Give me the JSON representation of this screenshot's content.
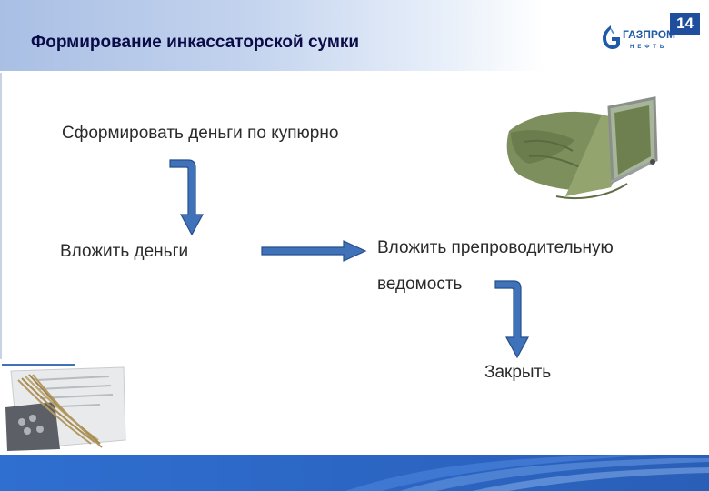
{
  "header": {
    "title": "Формирование инкассаторской сумки",
    "logo_text": "ГАЗПРОМ",
    "logo_subtext": "НЕФТЬ",
    "logo_color": "#1f5aa8"
  },
  "steps": {
    "step1": "Сформировать деньги по купюрно",
    "step2": "Вложить деньги",
    "step3": "Вложить препроводительную ведомость",
    "step4": "Закрыть"
  },
  "arrows": {
    "fill_color": "#3f72b8",
    "stroke_color": "#254f8c",
    "icons": [
      "elbow-down-arrow-icon",
      "right-arrow-icon",
      "elbow-down-arrow-icon"
    ]
  },
  "images": {
    "bag": "canvas-collection-bag-photo",
    "kit": "seal-and-ties-kit-photo"
  },
  "footer": {
    "page_number": "14",
    "band_color": "#2c66c4"
  }
}
